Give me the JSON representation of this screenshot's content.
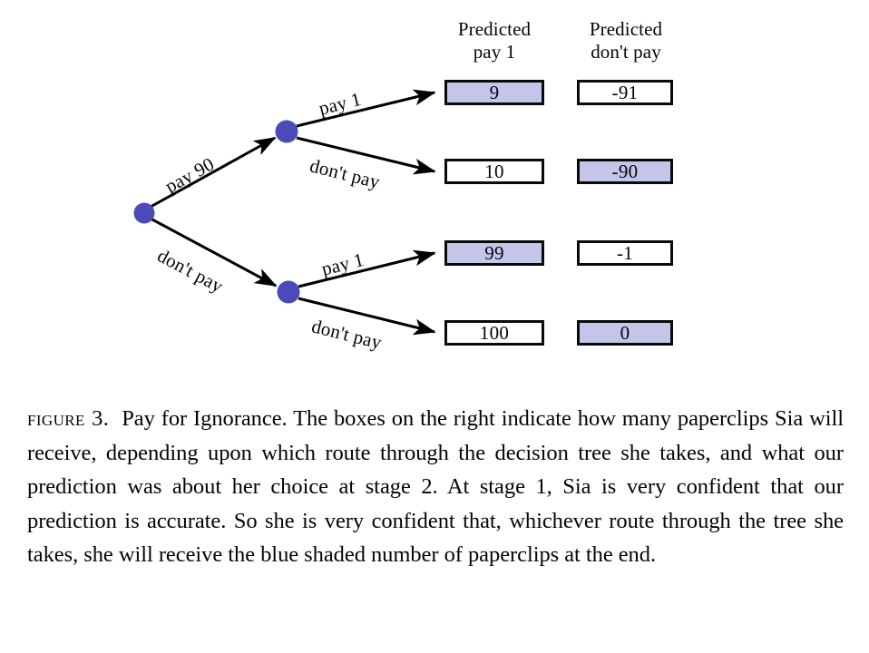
{
  "figure": {
    "columns": [
      {
        "line1": "Predicted",
        "line2": "pay 1"
      },
      {
        "line1": "Predicted",
        "line2": "don't pay"
      }
    ],
    "edges": [
      {
        "id": "root-up",
        "label": "pay 90"
      },
      {
        "id": "root-down",
        "label": "don't pay"
      },
      {
        "id": "stage2a-up",
        "label": "pay 1"
      },
      {
        "id": "stage2a-down",
        "label": "don't pay"
      },
      {
        "id": "stage2b-up",
        "label": "pay 1"
      },
      {
        "id": "stage2b-down",
        "label": "don't pay"
      }
    ],
    "rows": [
      {
        "path": "pay 90 / pay 1",
        "predicted_pay1": "9",
        "predicted_dontpay": "-91",
        "shaded": "predicted_pay1"
      },
      {
        "path": "pay 90 / don't pay",
        "predicted_pay1": "10",
        "predicted_dontpay": "-90",
        "shaded": "predicted_dontpay"
      },
      {
        "path": "don't pay / pay 1",
        "predicted_pay1": "99",
        "predicted_dontpay": "-1",
        "shaded": "predicted_pay1"
      },
      {
        "path": "don't pay / don't pay",
        "predicted_pay1": "100",
        "predicted_dontpay": "0",
        "shaded": "predicted_dontpay"
      }
    ],
    "colors": {
      "node": "#4a4ab8",
      "shaded_box": "#c3c6e9",
      "line": "#000000",
      "box_border": "#0a0a0a",
      "text": "#050505",
      "background": "#ffffff"
    }
  },
  "caption": {
    "label": "Figure 3.",
    "body": "Pay for Ignorance. The boxes on the right indicate how many paperclips Sia will receive, depending upon which route through the decision tree she takes, and what our prediction was about her choice at stage 2. At stage 1, Sia is very confident that our prediction is accurate. So she is very confident that, whichever route through the tree she takes, she will receive the blue shaded number of paperclips at the end."
  }
}
